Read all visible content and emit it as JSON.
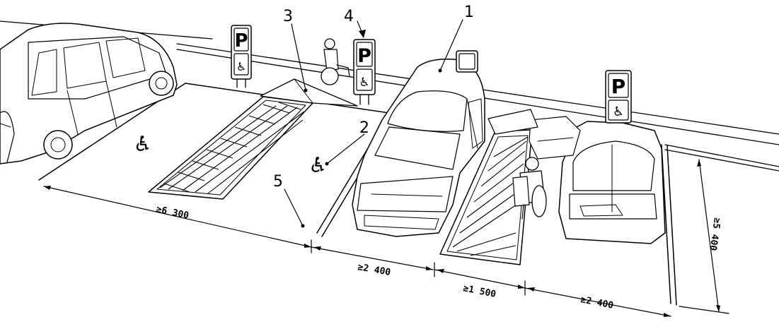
{
  "callouts": {
    "c1": "1",
    "c2": "2",
    "c3": "3",
    "c4": "4",
    "c5": "5"
  },
  "dimensions": {
    "overall_length": "≥6 300",
    "parking_bay_width_1": "≥2 400",
    "transfer_zone_width": "≥1 500",
    "parking_bay_width_2": "≥2 400",
    "bay_depth": "≥5 400"
  },
  "signs": {
    "parking_letter": "P",
    "accessibility_glyph": "♿"
  },
  "ground_symbols": {
    "accessibility_glyph": "♿"
  },
  "colors": {
    "line": "#000000",
    "background": "#ffffff"
  }
}
